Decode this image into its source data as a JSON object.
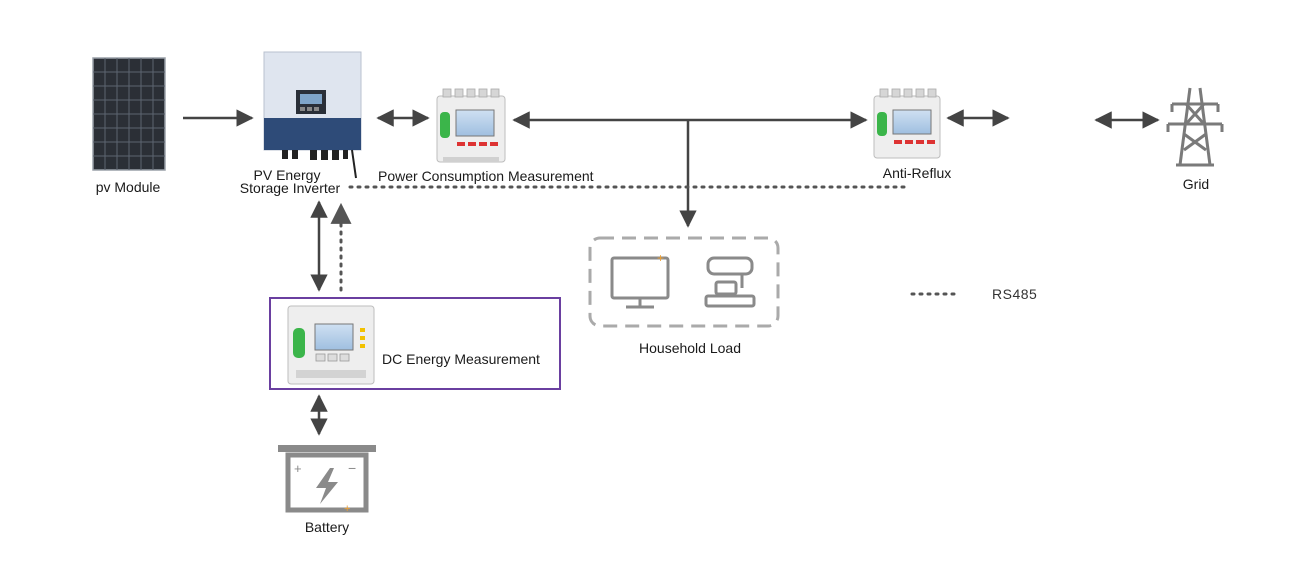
{
  "labels": {
    "pv_module": "pv Module",
    "inverter_line1": "PV Energy",
    "inverter_line2": "Storage Inverter",
    "power_consumption": "Power Consumption Measurement",
    "anti_reflux": "Anti-Reflux",
    "grid": "Grid",
    "household_load": "Household Load",
    "dc_energy": "DC Energy Measurement",
    "battery": "Battery",
    "legend_rs485": "RS485"
  },
  "icons": {
    "pv_module": "solar-panel-icon",
    "inverter": "inverter-icon",
    "meter": "energy-meter-icon",
    "grid": "transmission-tower-icon",
    "monitor": "monitor-icon",
    "appliance": "kitchen-appliance-icon",
    "battery": "battery-icon"
  },
  "colors": {
    "line": "#444444",
    "dotted": "#555555",
    "highlight_box": "#6a3fa0",
    "icon_gray": "#8a8a8a",
    "inverter_body": "#dfe5ef",
    "inverter_base": "#2e4b78",
    "meter_green": "#3bb54a",
    "spark_orange": "#f0a030"
  }
}
